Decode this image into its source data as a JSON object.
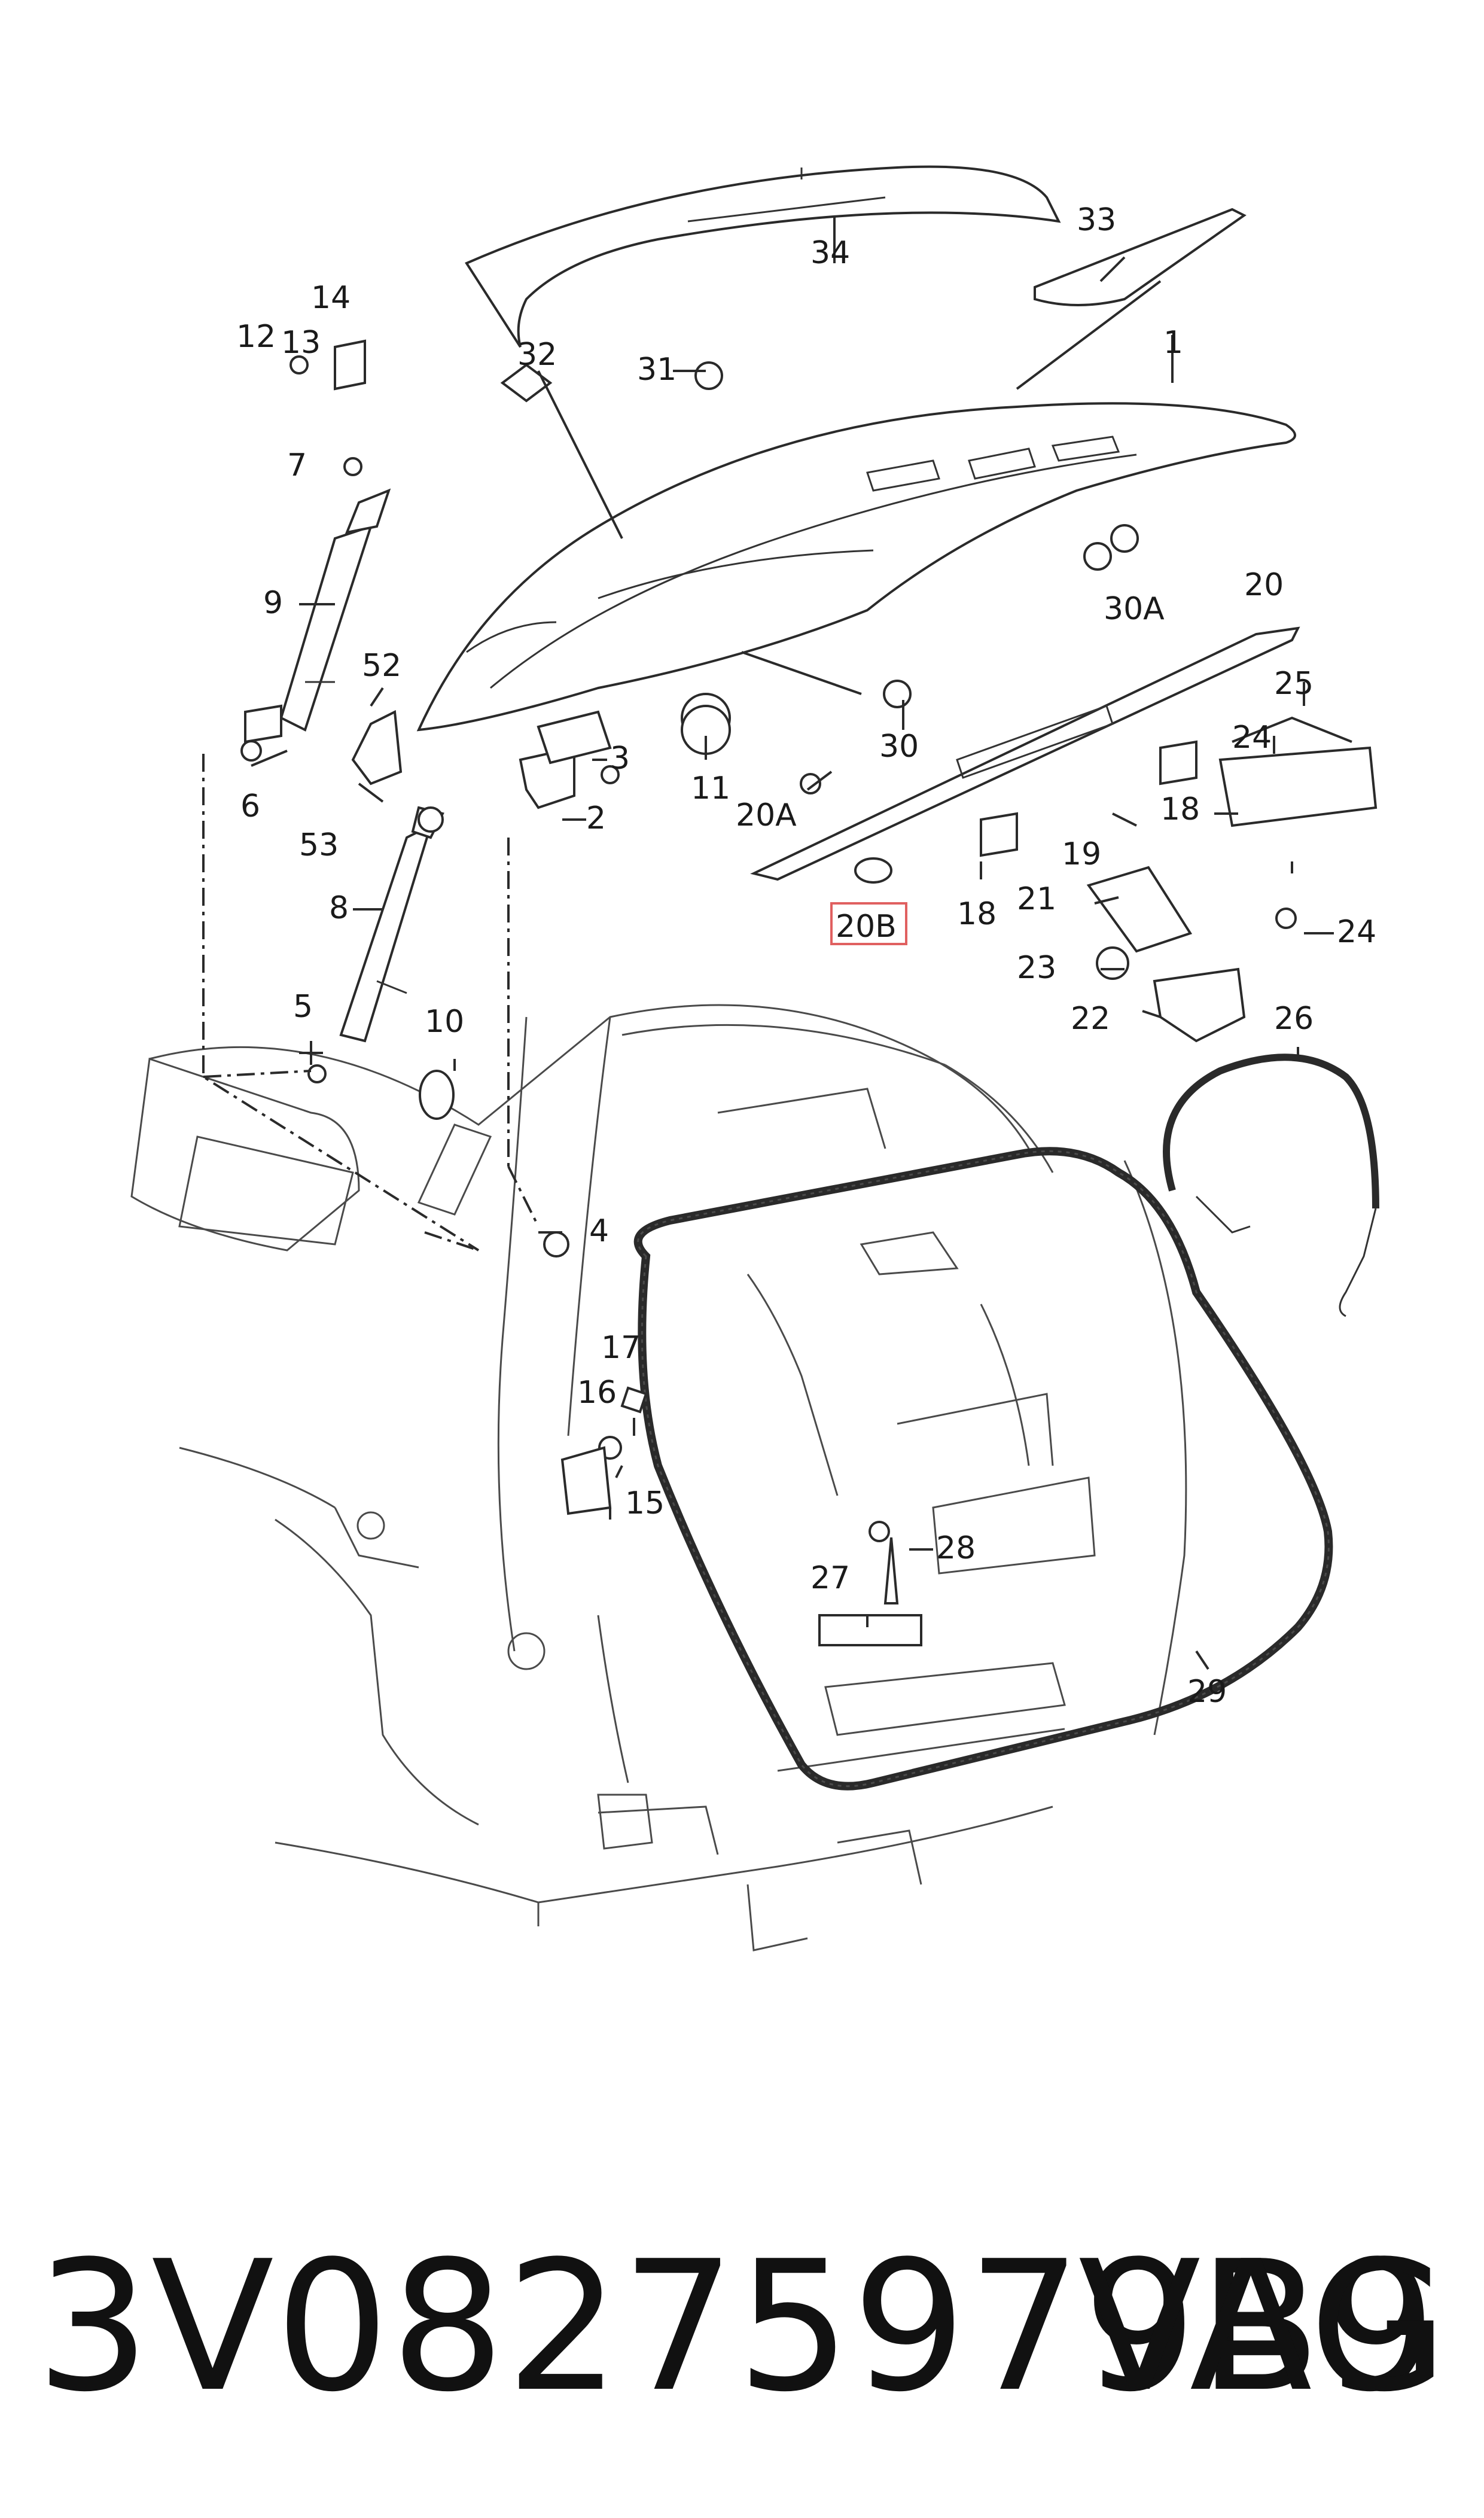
{
  "callouts": [
    {
      "id": "1",
      "text": "1"
    },
    {
      "id": "2",
      "text": "2"
    },
    {
      "id": "3",
      "text": "3"
    },
    {
      "id": "4",
      "text": "4"
    },
    {
      "id": "5",
      "text": "5"
    },
    {
      "id": "6",
      "text": "6"
    },
    {
      "id": "7",
      "text": "7"
    },
    {
      "id": "8",
      "text": "8"
    },
    {
      "id": "9",
      "text": "9"
    },
    {
      "id": "10",
      "text": "10"
    },
    {
      "id": "11",
      "text": "11"
    },
    {
      "id": "12",
      "text": "12"
    },
    {
      "id": "13",
      "text": "13"
    },
    {
      "id": "14",
      "text": "14"
    },
    {
      "id": "15",
      "text": "15"
    },
    {
      "id": "16",
      "text": "16"
    },
    {
      "id": "17",
      "text": "17"
    },
    {
      "id": "18a",
      "text": "18"
    },
    {
      "id": "18b",
      "text": "18"
    },
    {
      "id": "19",
      "text": "19"
    },
    {
      "id": "20",
      "text": "20"
    },
    {
      "id": "20A",
      "text": "20A"
    },
    {
      "id": "20B",
      "text": "20B"
    },
    {
      "id": "21",
      "text": "21"
    },
    {
      "id": "22",
      "text": "22"
    },
    {
      "id": "23",
      "text": "23"
    },
    {
      "id": "24a",
      "text": "24"
    },
    {
      "id": "24b",
      "text": "24"
    },
    {
      "id": "25",
      "text": "25"
    },
    {
      "id": "26",
      "text": "26"
    },
    {
      "id": "27",
      "text": "27"
    },
    {
      "id": "28",
      "text": "28"
    },
    {
      "id": "29",
      "text": "29"
    },
    {
      "id": "30",
      "text": "30"
    },
    {
      "id": "30A",
      "text": "30A"
    },
    {
      "id": "31",
      "text": "31"
    },
    {
      "id": "32",
      "text": "32"
    },
    {
      "id": "33",
      "text": "33"
    },
    {
      "id": "34",
      "text": "34"
    },
    {
      "id": "52",
      "text": "52"
    },
    {
      "id": "53",
      "text": "53"
    }
  ],
  "highlight": {
    "callout": "20B",
    "color": "#e06060"
  },
  "footer": {
    "part_number": "3V08275979B9",
    "brand": "VAG"
  }
}
